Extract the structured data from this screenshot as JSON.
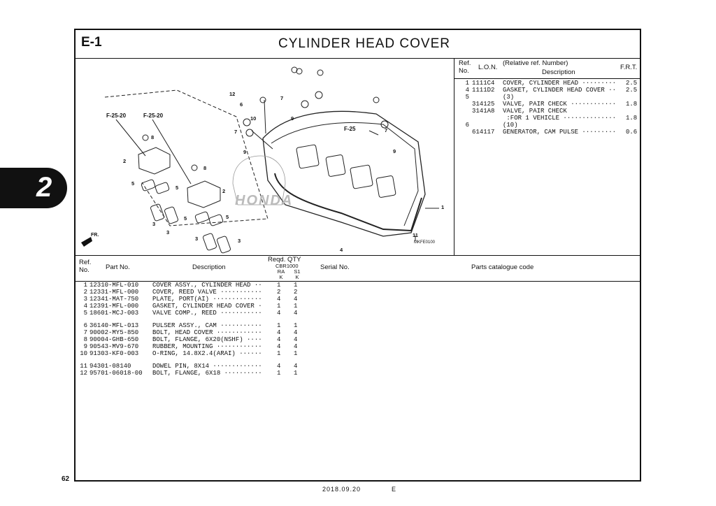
{
  "page": {
    "section": "E-1",
    "title": "CYLINDER HEAD COVER",
    "page_number": "62",
    "date": "2018.09.20",
    "edition": "E",
    "tab_number": "2"
  },
  "diagram": {
    "code": "MKFE0100",
    "callouts": [
      "12",
      "6",
      "10",
      "7",
      "9",
      "7",
      "9",
      "7",
      "9",
      "F-25",
      "F-25-20",
      "F-25-20",
      "8",
      "2",
      "8",
      "2",
      "5",
      "5",
      "3",
      "3",
      "5",
      "5",
      "3",
      "3",
      "1",
      "4",
      "11"
    ],
    "direction": "FR.",
    "watermark": "HONDA"
  },
  "frt_table": {
    "headers": {
      "ref": "Ref. No.",
      "lon": "L.O.N.",
      "desc_line1": "(Relative ref. Number)",
      "desc_line2": "Description",
      "frt": "F.R.T."
    },
    "rows": [
      {
        "ref": "1",
        "lon": "1111C4",
        "desc": "COVER, CYLINDER HEAD ·········",
        "frt": "2.5"
      },
      {
        "ref": "4",
        "lon": "1111D2",
        "desc": "GASKET, CYLINDER HEAD COVER ··",
        "frt": "2.5"
      },
      {
        "ref": "5",
        "lon": "",
        "desc": "(3)",
        "frt": ""
      },
      {
        "ref": "",
        "lon": "314125",
        "desc": "VALVE, PAIR CHECK ············",
        "frt": "1.8"
      },
      {
        "ref": "",
        "lon": "3141A8",
        "desc": "VALVE, PAIR CHECK",
        "frt": ""
      },
      {
        "ref": "",
        "lon": "",
        "desc": " :FOR 1 VEHICLE ··············",
        "frt": "1.8"
      },
      {
        "ref": "6",
        "lon": "",
        "desc": "(10)",
        "frt": ""
      },
      {
        "ref": "",
        "lon": "614117",
        "desc": "GENERATOR, CAM PULSE ·········",
        "frt": "0.6"
      }
    ]
  },
  "parts_table": {
    "headers": {
      "ref": "Ref. No.",
      "part_no": "Part No.",
      "description": "Description",
      "reqd_qty": "Reqd. QTY",
      "model": "CBR1000",
      "col1": "RA K",
      "col2": "S1 K",
      "serial": "Serial No.",
      "catalogue": "Parts catalogue code"
    },
    "rows": [
      {
        "ref": "1",
        "part": "12310-MFL-010",
        "desc": "COVER ASSY., CYLINDER HEAD ··",
        "q1": "1",
        "q2": "1"
      },
      {
        "ref": "2",
        "part": "12331-MFL-000",
        "desc": "COVER, REED VALVE ···········",
        "q1": "2",
        "q2": "2"
      },
      {
        "ref": "3",
        "part": "12341-MAT-750",
        "desc": "PLATE, PORT(AI) ·············",
        "q1": "4",
        "q2": "4"
      },
      {
        "ref": "4",
        "part": "12391-MFL-000",
        "desc": "GASKET, CYLINDER HEAD COVER ·",
        "q1": "1",
        "q2": "1"
      },
      {
        "ref": "5",
        "part": "18601-MCJ-003",
        "desc": "VALVE COMP., REED ···········",
        "q1": "4",
        "q2": "4"
      },
      {
        "ref": "6",
        "part": "36140-MFL-013",
        "desc": "PULSER ASSY., CAM ···········",
        "q1": "1",
        "q2": "1"
      },
      {
        "ref": "7",
        "part": "90002-MY5-850",
        "desc": "BOLT, HEAD COVER ············",
        "q1": "4",
        "q2": "4"
      },
      {
        "ref": "8",
        "part": "90004-GHB-650",
        "desc": "BOLT, FLANGE, 6X20(NSHF) ····",
        "q1": "4",
        "q2": "4"
      },
      {
        "ref": "9",
        "part": "90543-MV9-670",
        "desc": "RUBBER, MOUNTING ············",
        "q1": "4",
        "q2": "4"
      },
      {
        "ref": "10",
        "part": "91303-KF0-003",
        "desc": "O-RING, 14.8X2.4(ARAI) ······",
        "q1": "1",
        "q2": "1"
      },
      {
        "ref": "11",
        "part": "94301-08140",
        "desc": "DOWEL PIN, 8X14 ·············",
        "q1": "4",
        "q2": "4"
      },
      {
        "ref": "12",
        "part": "95701-06018-00",
        "desc": "BOLT, FLANGE, 6X18 ··········",
        "q1": "1",
        "q2": "1"
      }
    ]
  }
}
